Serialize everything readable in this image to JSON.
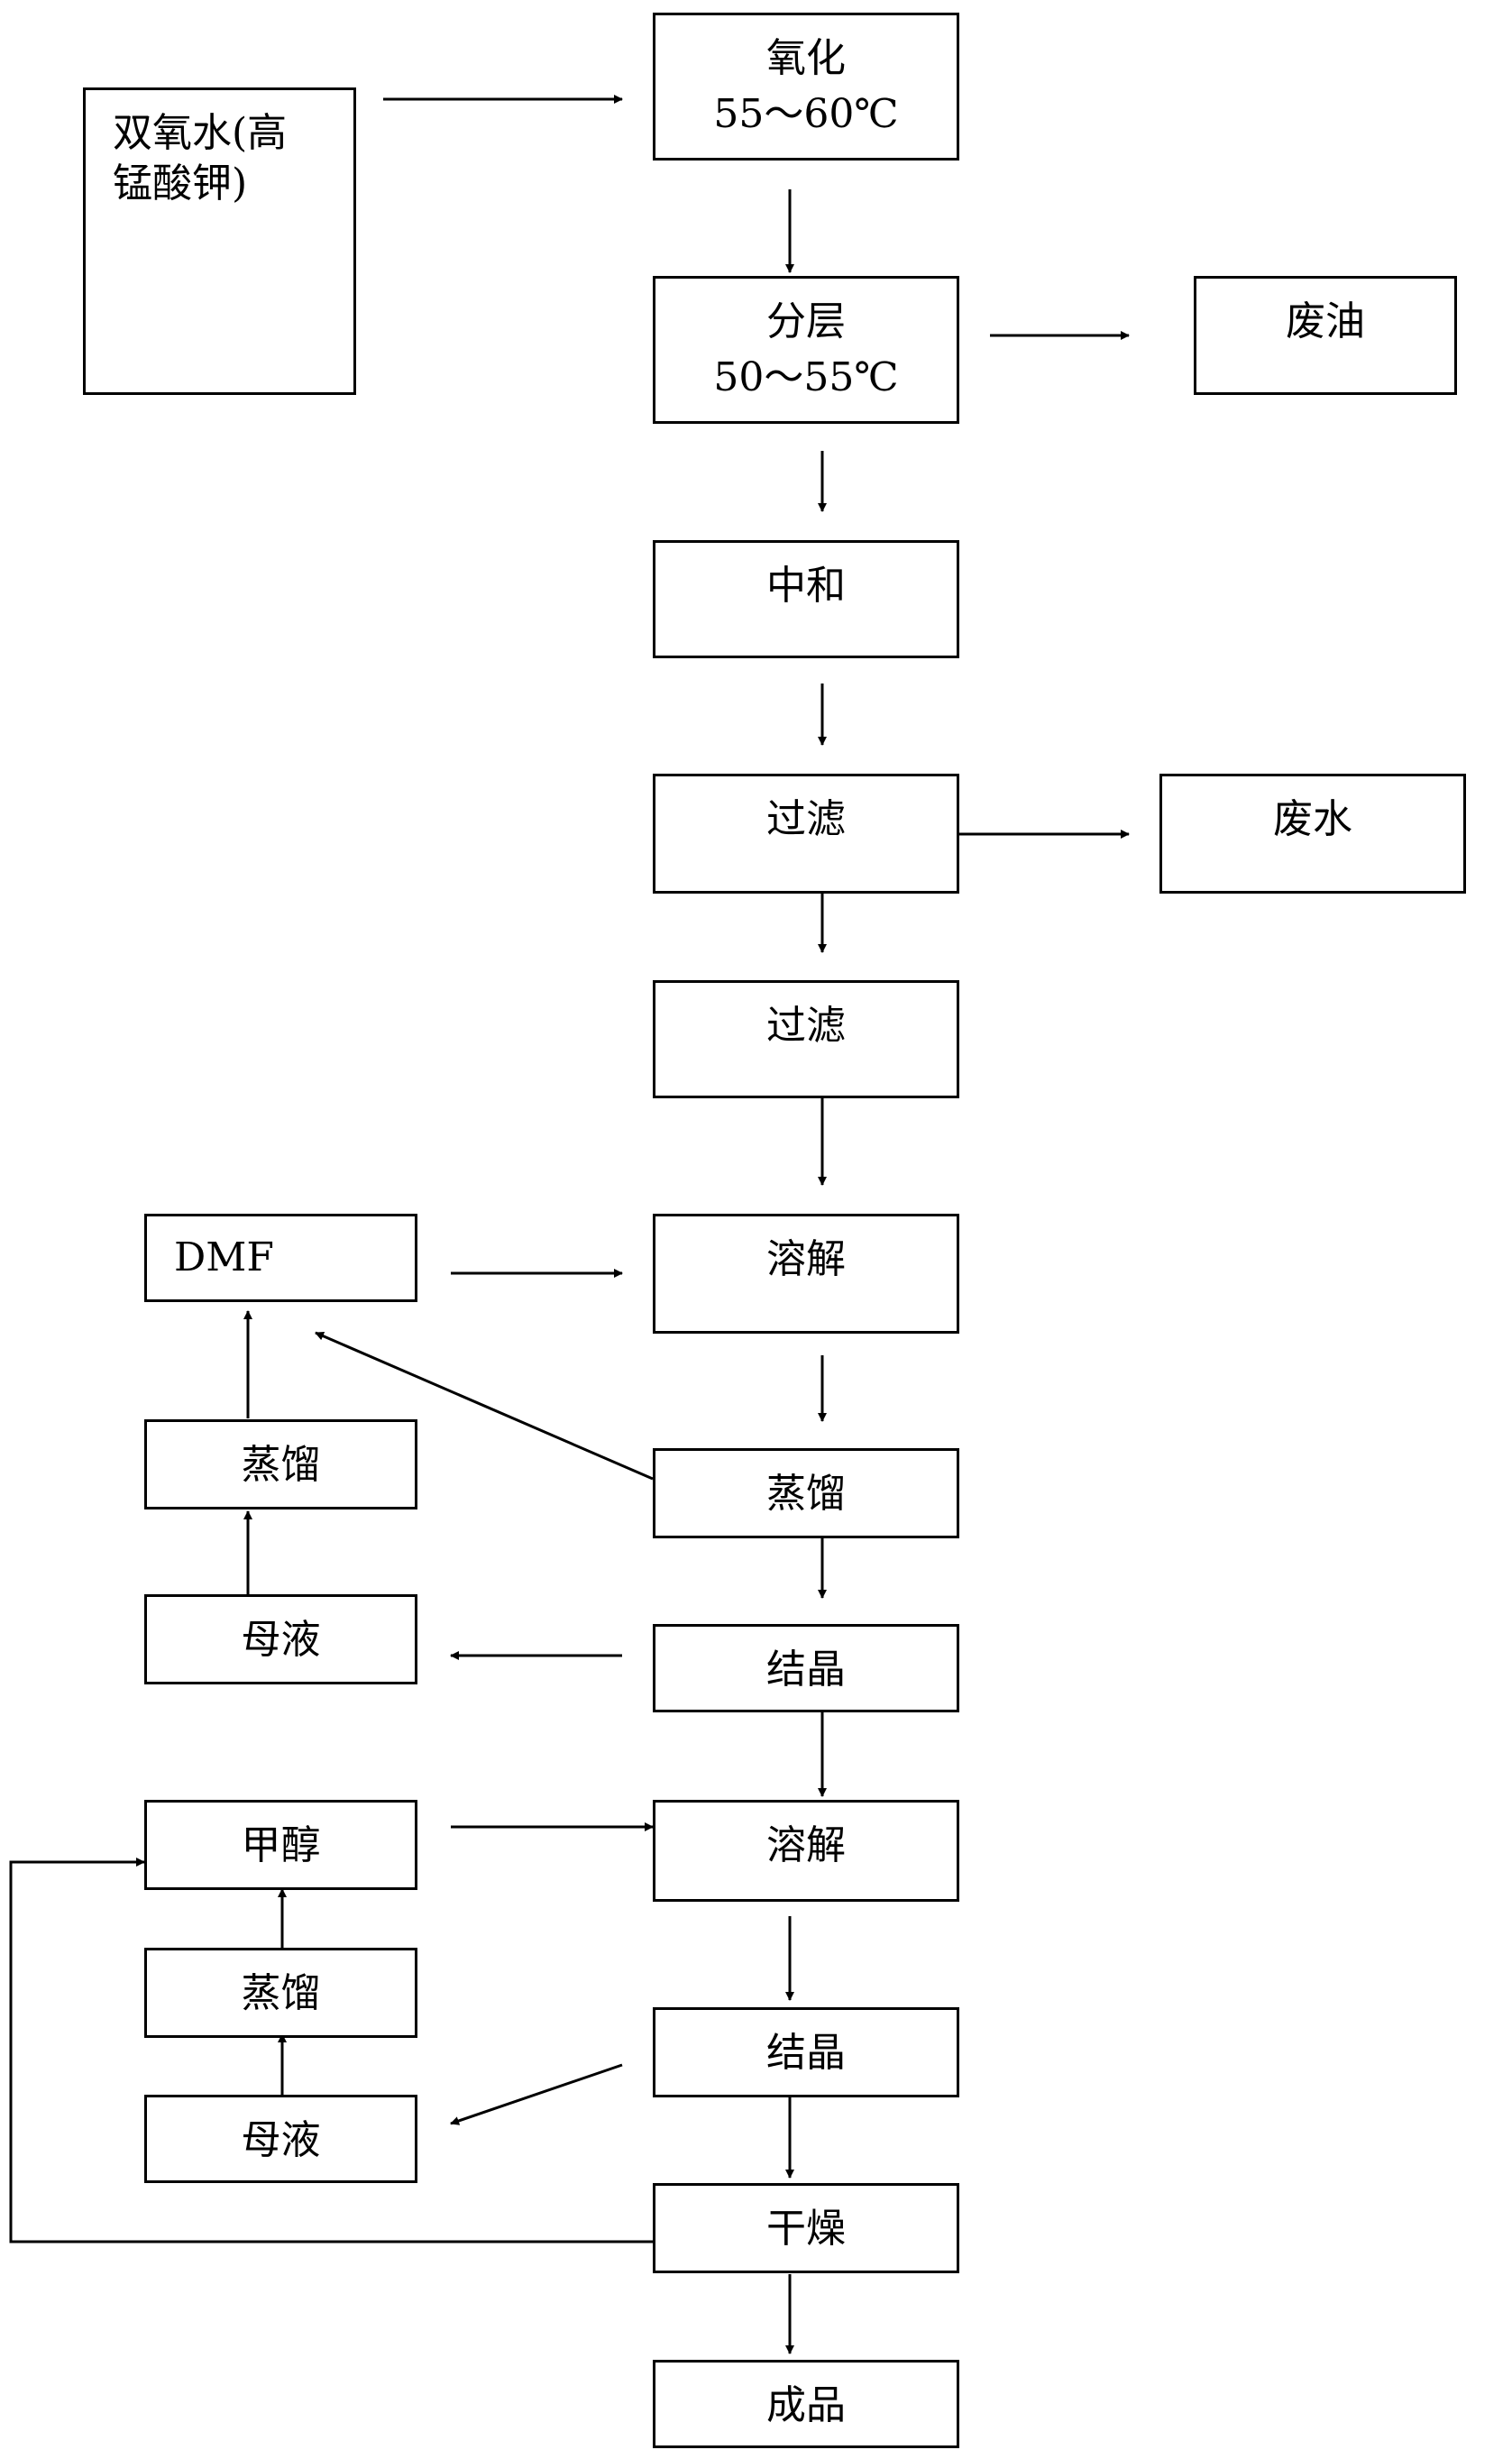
{
  "nodes": {
    "reagent": [
      "双氧水(高",
      "锰酸钾)"
    ],
    "oxidize": [
      "氧化",
      "55～60℃"
    ],
    "layer": [
      "分层",
      "50～55℃"
    ],
    "waste_oil": "废油",
    "neutralize": "中和",
    "filter1": "过滤",
    "waste_water": "废水",
    "filter2": "过滤",
    "dissolve1": "溶解",
    "dmf": "DMF",
    "distill_dmf": "蒸馏",
    "distill1": "蒸馏",
    "mother1": "母液",
    "crystal1": "结晶",
    "methanol": "甲醇",
    "dissolve2": "溶解",
    "distill_meoh": "蒸馏",
    "crystal2": "结晶",
    "mother2": "母液",
    "dry": "干燥",
    "product": "成品"
  }
}
